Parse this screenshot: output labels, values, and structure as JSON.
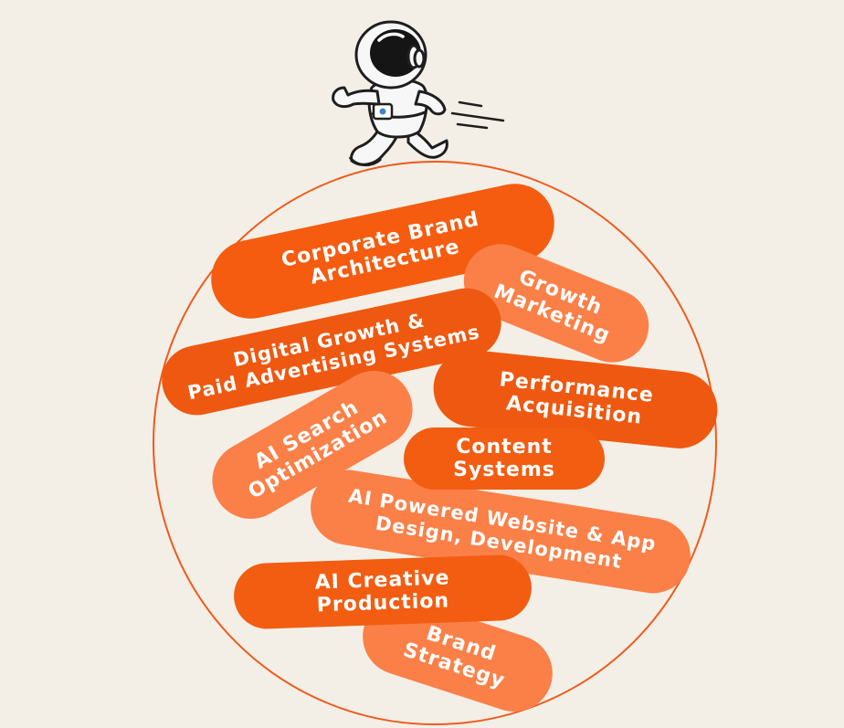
{
  "colors": {
    "background": "#f3efe6",
    "accent": "#f25d12",
    "accent_light": "#fb8048",
    "circle_outline": "#f05a1a"
  },
  "illustration": {
    "icon": "astronaut-running-icon"
  },
  "pills": [
    {
      "lines": [
        "Corporate Brand",
        "Architecture"
      ],
      "tone": "dark"
    },
    {
      "lines": [
        "Digital Growth &",
        "Paid Advertising Systems"
      ],
      "tone": "dark"
    },
    {
      "lines": [
        "Growth",
        "Marketing"
      ],
      "tone": "light"
    },
    {
      "lines": [
        "Performance",
        "Acquisition"
      ],
      "tone": "dark"
    },
    {
      "lines": [
        "AI Search",
        "Optimization"
      ],
      "tone": "light"
    },
    {
      "lines": [
        "Content",
        "Systems"
      ],
      "tone": "dark"
    },
    {
      "lines": [
        "AI Powered Website & App",
        "Design, Development"
      ],
      "tone": "light"
    },
    {
      "lines": [
        "AI Creative",
        "Production"
      ],
      "tone": "dark"
    },
    {
      "lines": [
        "Brand",
        "Strategy"
      ],
      "tone": "light"
    }
  ]
}
